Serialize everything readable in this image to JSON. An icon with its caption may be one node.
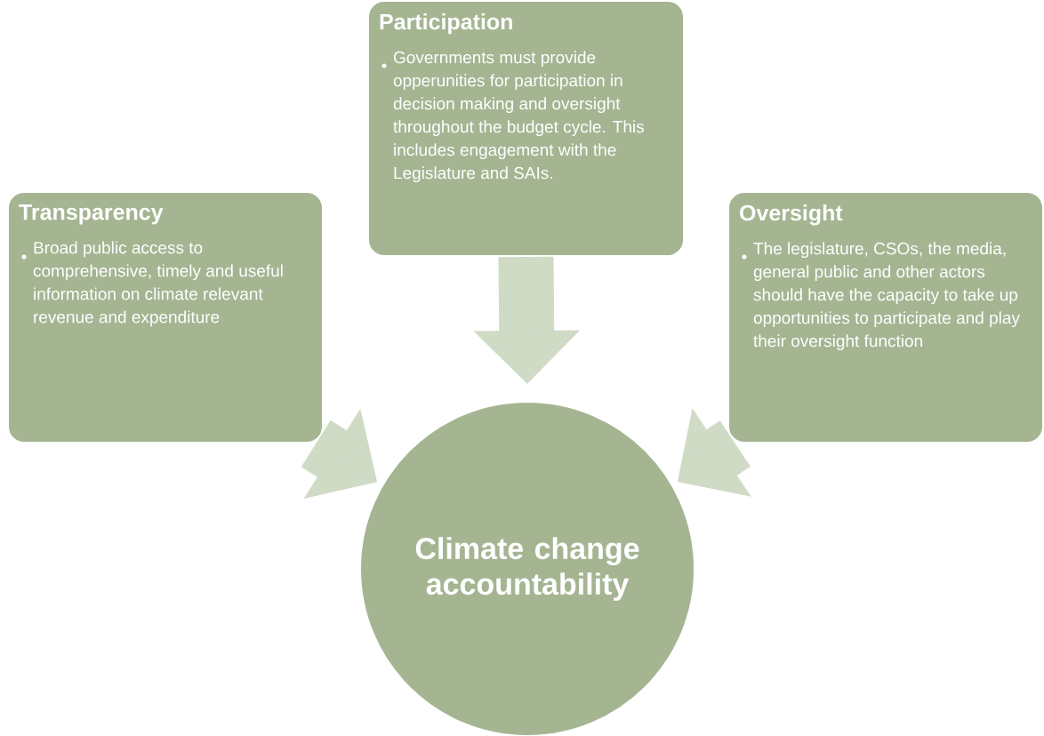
{
  "diagram": {
    "nodes": [
      {
        "text": [
          "Transparency",
          "Broad public access to comprehensive, timely and useful information on climate relevant revenue and expenditure"
        ]
      },
      {
        "text": [
          "Participation",
          "Governments must provide opperunities for participation in decision making and oversight throughout the budget cycle. This includes engagement with the Legislature and SAIs."
        ]
      },
      {
        "text": [
          "Oversight",
          "The legislature, CSOs, the media, general public and other actors should have the capacity to take up opportunities to participate and play their oversight function"
        ]
      },
      {
        "text": [
          "Climate change accountability"
        ]
      }
    ],
    "edges": [
      {
        "from": 0,
        "to": 3,
        "arrow": "to"
      },
      {
        "from": 1,
        "to": 3,
        "arrow": "to"
      },
      {
        "from": 2,
        "to": 3,
        "arrow": "to"
      }
    ]
  }
}
